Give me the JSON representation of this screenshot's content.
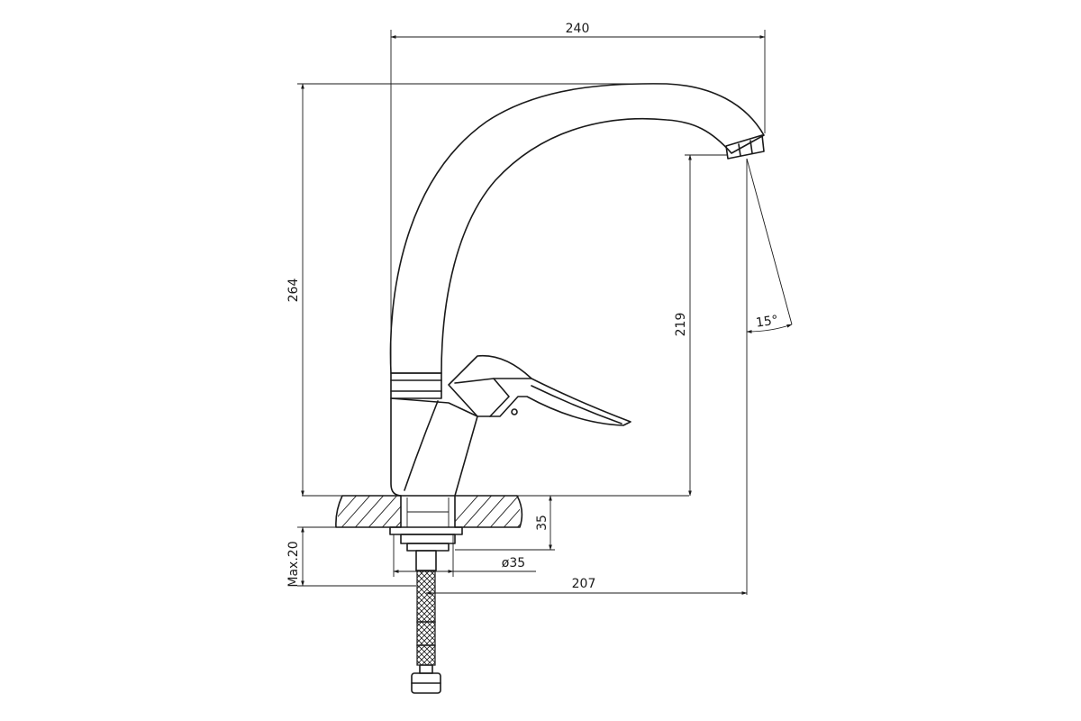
{
  "drawing": {
    "subject": "single-lever kitchen faucet",
    "dimensions": {
      "total_width": "240",
      "total_height": "264",
      "spout_height": "219",
      "spout_reach": "207",
      "nut_height": "35",
      "diameter": "ø35",
      "max_thickness": "Max.20",
      "swivel_angle": "15°"
    }
  }
}
